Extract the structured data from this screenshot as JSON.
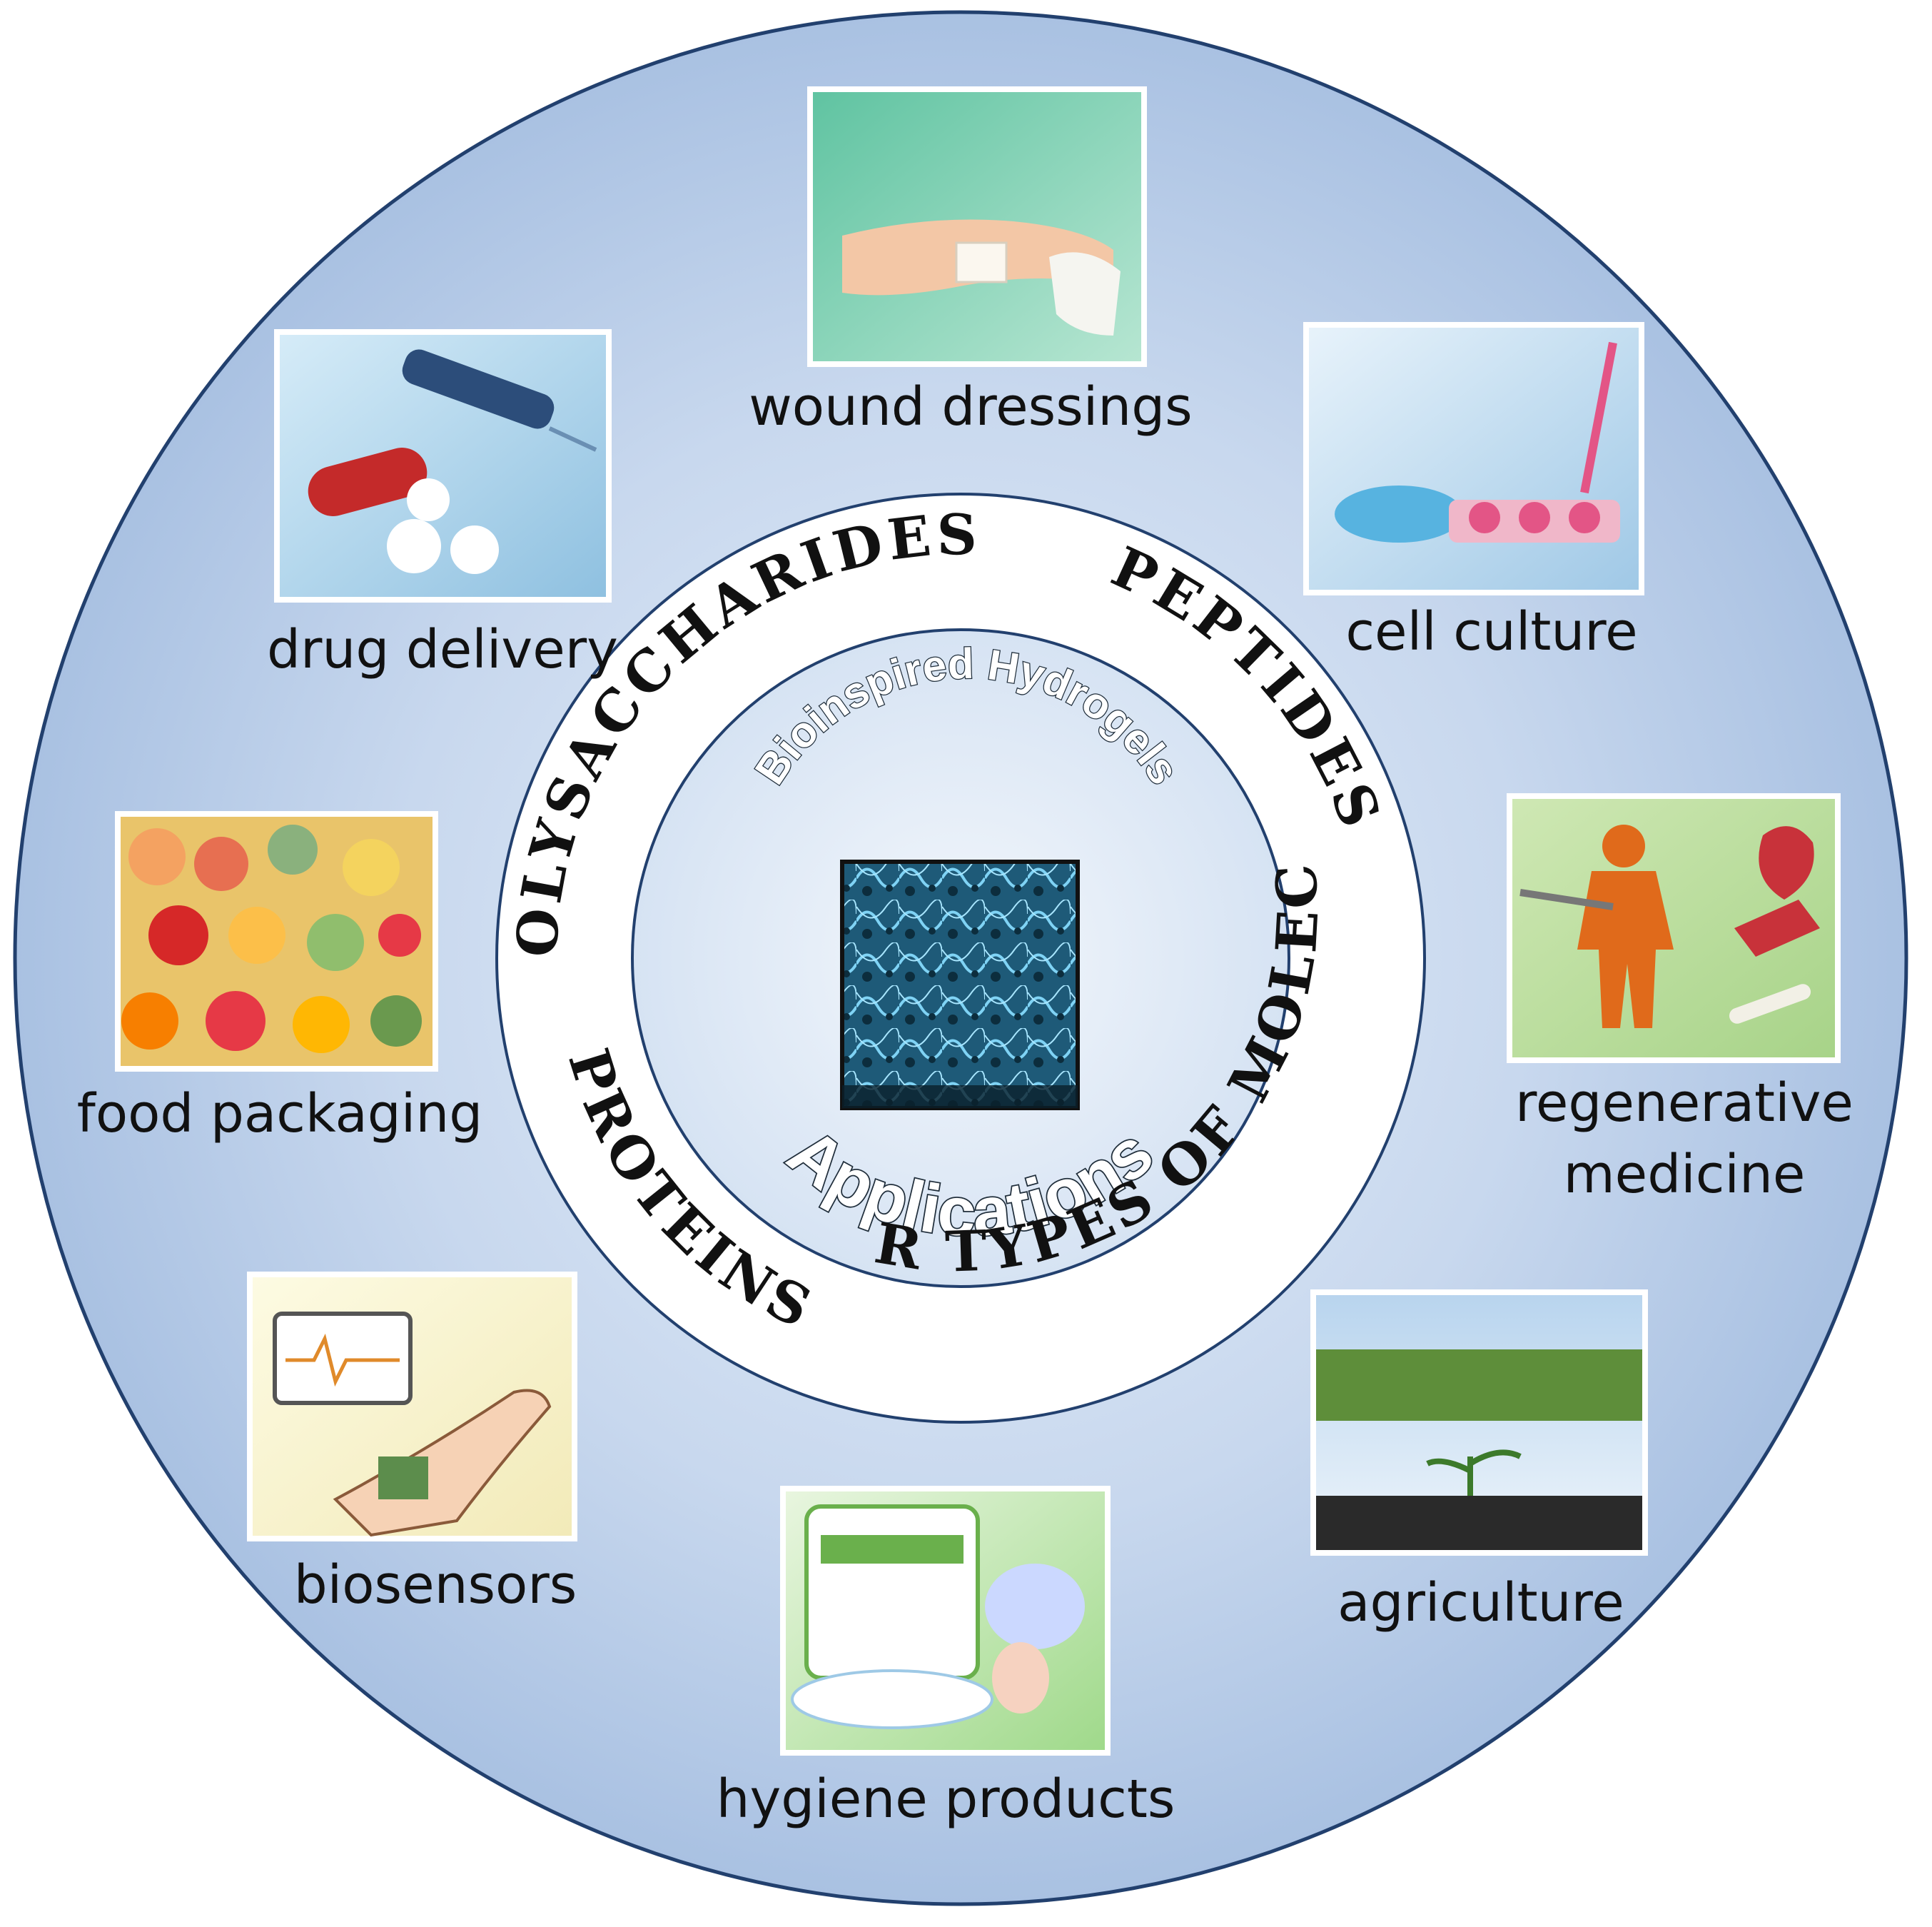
{
  "center": {
    "title": "Bioinspired Hydrogels",
    "subtitle": "Applications"
  },
  "ring": {
    "polysaccharides": "POLYSACCHARIDES",
    "peptides": "PEPTIDES",
    "proteins": "PROTEINS",
    "other": "OTHER TYPES OF MOLECULES"
  },
  "applications": {
    "wound": "wound dressings",
    "cell": "cell culture",
    "drug": "drug delivery",
    "food": "food packaging",
    "regen1": "regenerative",
    "regen2": "medicine",
    "bio": "biosensors",
    "agri": "agriculture",
    "hygiene": "hygiene products"
  },
  "colors": {
    "outer_disc": "#b9cde8",
    "outer_border": "#22406e",
    "ring_fill": "#ffffff",
    "inner_disc": "#dde8f5",
    "text_shadow": "#3fa0df"
  }
}
